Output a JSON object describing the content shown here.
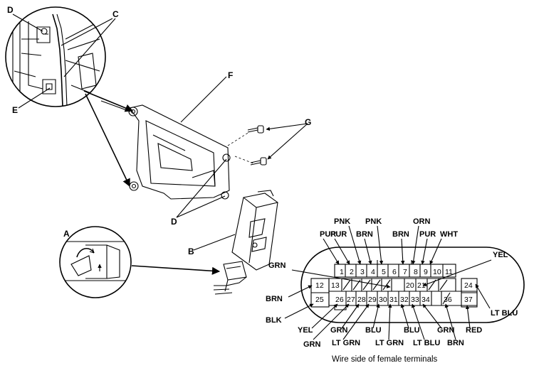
{
  "callouts": {
    "A": "A",
    "B": "B",
    "C": "C",
    "D": "D",
    "E": "E",
    "F": "F",
    "G": "G"
  },
  "connector": {
    "caption": "Wire side of female terminals",
    "pins": {
      "p1": "1",
      "p2": "2",
      "p3": "3",
      "p4": "4",
      "p5": "5",
      "p6": "6",
      "p7": "7",
      "p8": "8",
      "p9": "9",
      "p10": "10",
      "p11": "11",
      "p12": "12",
      "p13": "13",
      "p20": "20",
      "p21": "21",
      "p24": "24",
      "p25": "25",
      "p26": "26",
      "p27": "27",
      "p28": "28",
      "p29": "29",
      "p30": "30",
      "p31": "31",
      "p32": "32",
      "p33": "33",
      "p34": "34",
      "p36": "36",
      "p37": "37"
    },
    "wires": {
      "p1": "PUR",
      "p2": "PUR",
      "p3": "PNK",
      "p4": "BRN",
      "p5": "PNK",
      "p7": "BRN",
      "p8": "PUR",
      "p9": "WHT",
      "p9b": "ORN",
      "p13": "GRN",
      "p21": "YEL",
      "p12": "BRN",
      "p24": "LT BLU",
      "p25": "BLK",
      "p26": "YEL",
      "p27": "GRN",
      "p28": "GRN",
      "p29": "LT GRN",
      "p30": "BLU",
      "p31": "LT GRN",
      "p32": "BLU",
      "p33": "LT BLU",
      "p34": "GRN",
      "p36": "BRN",
      "p37": "RED"
    }
  }
}
